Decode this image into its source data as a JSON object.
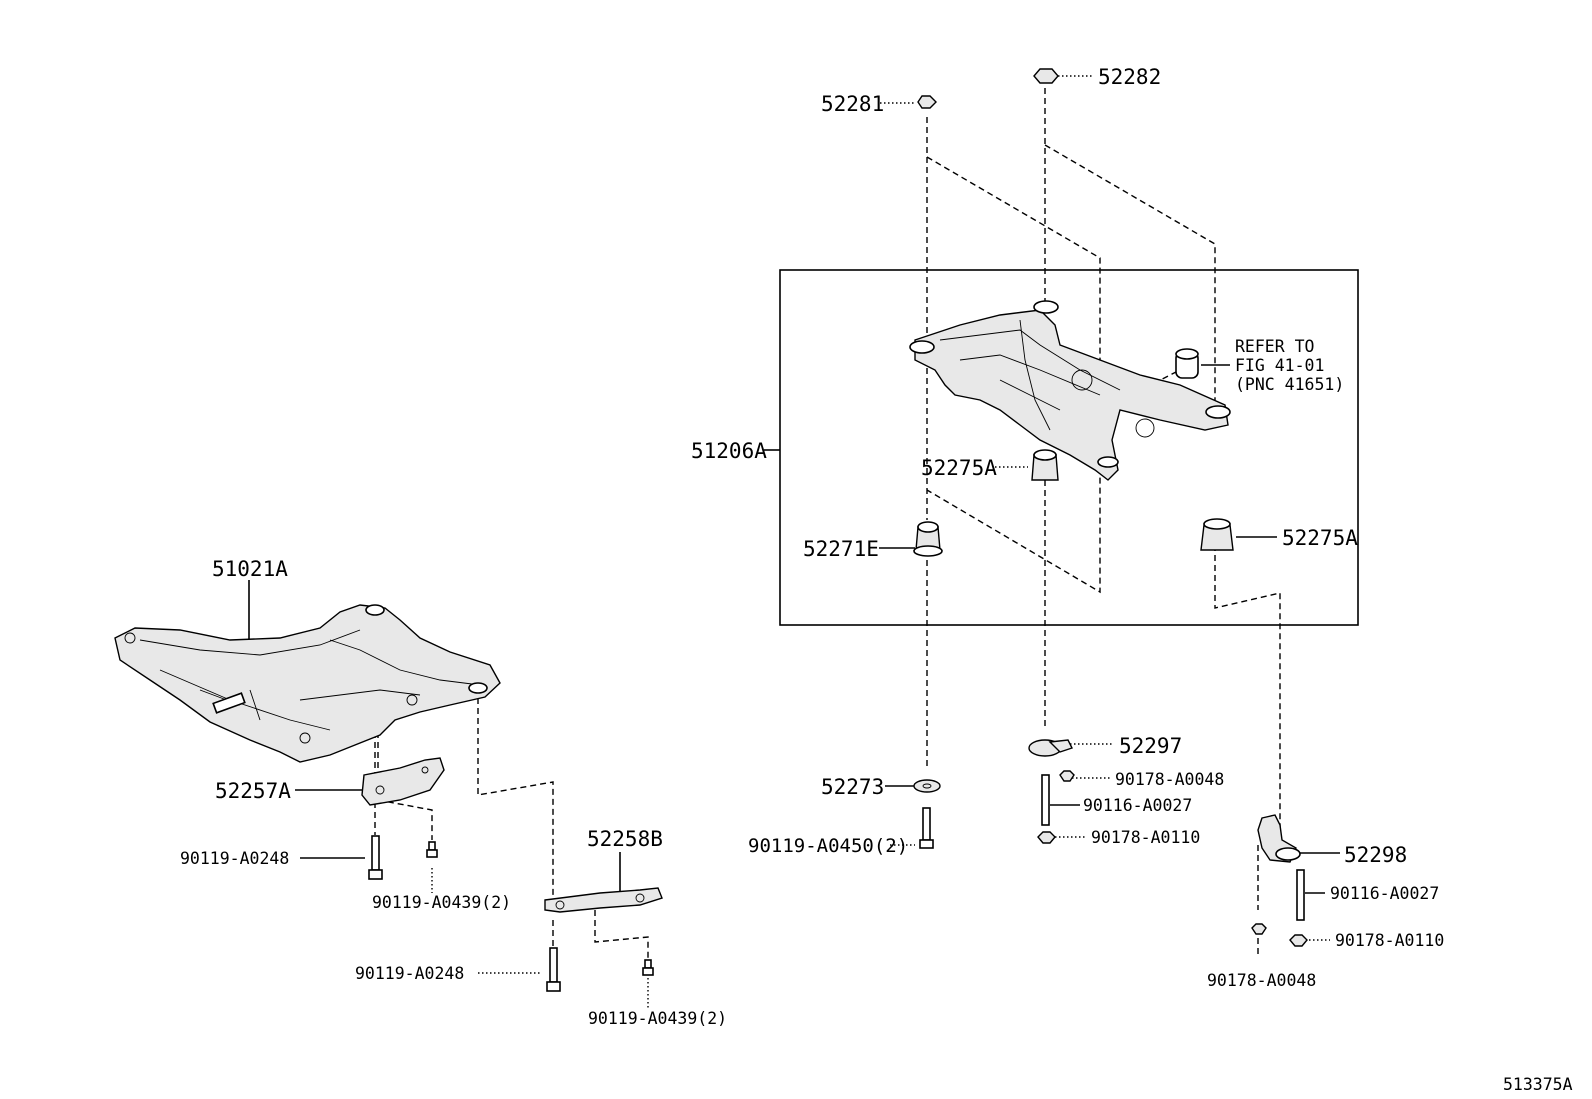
{
  "diagram_code": "513375A",
  "reference_note": {
    "line1": "REFER TO",
    "line2": "FIG 41-01",
    "line3": "(PNC 41651)"
  },
  "labels": {
    "p52281": "52281",
    "p52282": "52282",
    "p51206A": "51206A",
    "p52275A_upper": "52275A",
    "p52275A_right": "52275A",
    "p52271E": "52271E",
    "p52273": "52273",
    "p90119_A0450": "90119-A0450(2)",
    "p52297": "52297",
    "p90178_A0048_mid": "90178-A0048",
    "p90116_A0027_mid": "90116-A0027",
    "p90178_A0110_mid": "90178-A0110",
    "p52298": "52298",
    "p90116_A0027_right": "90116-A0027",
    "p90178_A0110_right": "90178-A0110",
    "p90178_A0048_right": "90178-A0048",
    "p51021A": "51021A",
    "p52257A": "52257A",
    "p90119_A0248_upper": "90119-A0248",
    "p90119_A0439_upper": "90119-A0439(2)",
    "p52258B": "52258B",
    "p90119_A0248_lower": "90119-A0248",
    "p90119_A0439_lower": "90119-A0439(2)"
  }
}
